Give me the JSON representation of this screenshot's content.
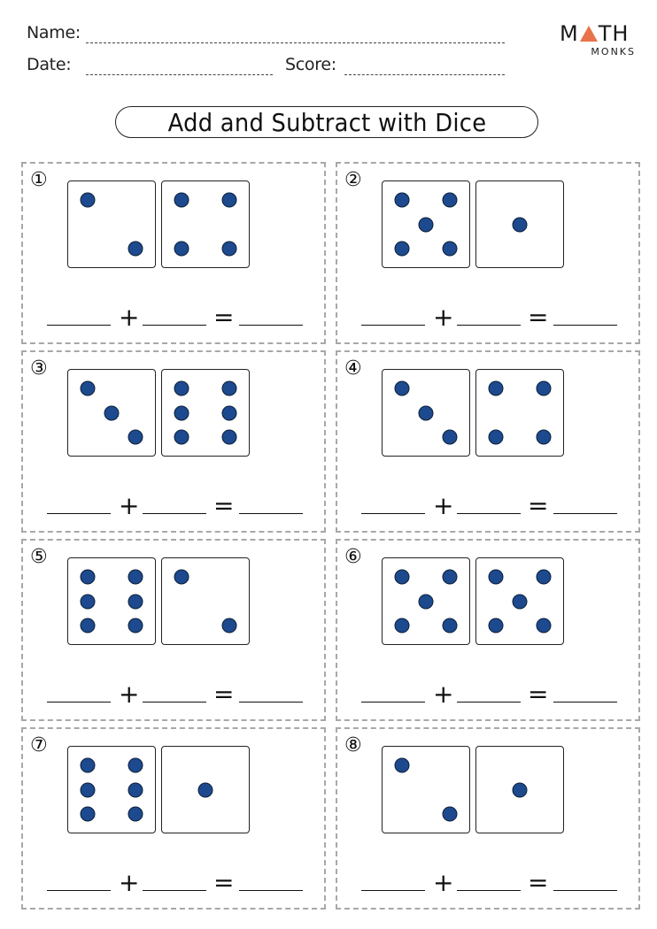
{
  "header": {
    "name_label": "Name:",
    "date_label": "Date:",
    "score_label": "Score:"
  },
  "logo": {
    "top_left": "M",
    "top_right": "TH",
    "bottom": "MONKS",
    "accent_color": "#e8734a"
  },
  "title": "Add and Subtract with Dice",
  "operators": {
    "plus": "+",
    "equals": "="
  },
  "problems": [
    {
      "number": "①",
      "left_die": 2,
      "right_die": 4
    },
    {
      "number": "②",
      "left_die": 5,
      "right_die": 1
    },
    {
      "number": "③",
      "left_die": 3,
      "right_die": 6
    },
    {
      "number": "④",
      "left_die": 3,
      "right_die": 4
    },
    {
      "number": "⑤",
      "left_die": 6,
      "right_die": 2
    },
    {
      "number": "⑥",
      "left_die": 5,
      "right_die": 5
    },
    {
      "number": "⑦",
      "left_die": 6,
      "right_die": 1
    },
    {
      "number": "⑧",
      "left_die": 2,
      "right_die": 1
    }
  ],
  "colors": {
    "pip": "#1d4a8e",
    "panel_border": "#a8a8a8"
  }
}
